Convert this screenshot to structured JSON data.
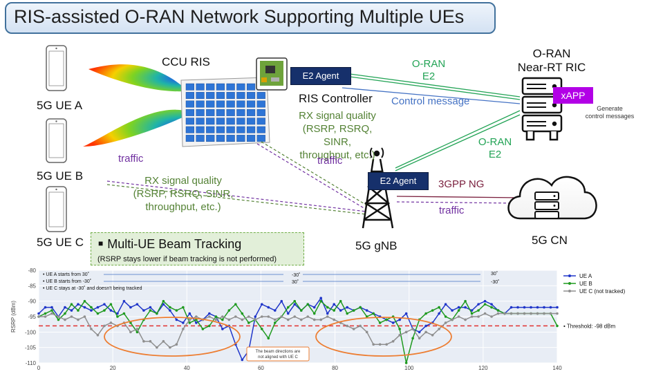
{
  "title": "RIS-assisted O-RAN Network Supporting Multiple UEs",
  "ues": {
    "a": "5G UE A",
    "b": "5G UE B",
    "c": "5G UE C"
  },
  "ccu_ris": "CCU RIS",
  "ris_controller": "RIS Controller",
  "e2_agent_ris": "E2 Agent",
  "e2_agent_gnb": "E2 Agent",
  "oran_e2_top": [
    "O-RAN",
    "E2"
  ],
  "oran_e2_bottom": [
    "O-RAN",
    "E2"
  ],
  "control_message": "Control message",
  "rx_quality_right": [
    "RX signal quality",
    "(RSRP, RSRQ, SINR,",
    "throughput, etc.)"
  ],
  "rx_quality_left": [
    "RX signal quality",
    "(RSRP, RSRQ, SINR,",
    "throughput, etc.)"
  ],
  "traffic_left": "traffic",
  "traffic_mid": "traffic",
  "traffic_right": "traffic",
  "ric": [
    "O-RAN",
    "Near-RT RIC"
  ],
  "xapp": "xAPP",
  "generate": [
    "Generate",
    "control messages"
  ],
  "ng": "3GPP NG",
  "gnb": "5G gNB",
  "cn": "5G CN",
  "beam_title": "Multi-UE Beam Tracking",
  "beam_note": "(RSRP stays lower if beam tracking is not performed)",
  "colors": {
    "ue_a": "#1f35c9",
    "ue_b": "#1f9a1f",
    "ue_c": "#8f8f8f",
    "threshold": "#e03030",
    "ellipse": "#ed7d31"
  },
  "chart_data": {
    "type": "line",
    "xlim": [
      0,
      140
    ],
    "ylim": [
      -110,
      -80
    ],
    "ylabel": "RSRP (dBm)",
    "xticks": [
      0,
      20,
      40,
      60,
      80,
      100,
      120,
      140
    ],
    "yticks": [
      -80,
      -85,
      -90,
      -95,
      -100,
      -105,
      -110
    ],
    "threshold": {
      "value": -98,
      "label": "Threshold: -98 dBm"
    },
    "notes": [
      "UE A starts from  30˚",
      "UE B starts from -30˚",
      "UE C stays at -30˚ and doesn't being tracked"
    ],
    "angle_labels": {
      "a_mid": "-30˚",
      "a_end": "30˚",
      "b_mid": "30˚",
      "b_end": "-30˚"
    },
    "annotation": [
      "The beam directions are",
      "not aligned with UE C"
    ],
    "series": [
      {
        "name": "UE A",
        "values": [
          -94,
          -92,
          -92,
          -95,
          -92,
          -93,
          -91,
          -92,
          -93,
          -92,
          -91,
          -93,
          -94,
          -90,
          -92,
          -91,
          -93,
          -92,
          -94,
          -91,
          -93,
          -96,
          -97,
          -94,
          -97,
          -96,
          -94,
          -95,
          -99,
          -98,
          -104,
          -109,
          -106,
          -95,
          -91,
          -92,
          -93,
          -90,
          -94,
          -91,
          -93,
          -91,
          -92,
          -89,
          -94,
          -91,
          -93,
          -92,
          -93,
          -92,
          -93,
          -94,
          -95,
          -96,
          -97,
          -96,
          -94,
          -99,
          -100,
          -98,
          -97,
          -94,
          -91,
          -93,
          -92,
          -92,
          -93,
          -91,
          -90,
          -91,
          -93,
          -94,
          -92,
          -92,
          -92,
          -92,
          -92,
          -92,
          -92,
          -92
        ]
      },
      {
        "name": "UE B",
        "values": [
          -95,
          -94,
          -93,
          -96,
          -94,
          -91,
          -93,
          -90,
          -92,
          -94,
          -93,
          -91,
          -95,
          -94,
          -97,
          -100,
          -96,
          -93,
          -94,
          -90,
          -92,
          -93,
          -92,
          -97,
          -96,
          -99,
          -98,
          -95,
          -96,
          -93,
          -91,
          -94,
          -97,
          -96,
          -99,
          -102,
          -97,
          -95,
          -92,
          -90,
          -93,
          -91,
          -94,
          -90,
          -92,
          -93,
          -90,
          -94,
          -93,
          -92,
          -95,
          -94,
          -97,
          -96,
          -95,
          -99,
          -110,
          -102,
          -96,
          -94,
          -93,
          -92,
          -95,
          -96,
          -93,
          -90,
          -94,
          -93,
          -91,
          -92,
          -93,
          -94,
          -94,
          -94,
          -94,
          -94,
          -94,
          -94,
          -94,
          -98
        ]
      },
      {
        "name": "UE C (not tracked)",
        "values": [
          -95,
          -95,
          -94,
          -95,
          -96,
          -95,
          -96,
          -95,
          -99,
          -101,
          -98,
          -97,
          -98,
          -97,
          -100,
          -99,
          -103,
          -103,
          -105,
          -103,
          -105,
          -104,
          -99,
          -96,
          -95,
          -96,
          -95,
          -96,
          -95,
          -96,
          -95,
          -96,
          -95,
          -96,
          -95,
          -95,
          -96,
          -95,
          -96,
          -95,
          -96,
          -95,
          -96,
          -96,
          -95,
          -96,
          -97,
          -98,
          -99,
          -98,
          -100,
          -104,
          -104,
          -104,
          -103,
          -101,
          -100,
          -99,
          -102,
          -100,
          -101,
          -99,
          -97,
          -96,
          -95,
          -96,
          -95,
          -95,
          -94,
          -95,
          -94,
          -94,
          -94,
          -94,
          -94,
          -94,
          -94,
          -94,
          -94,
          -94
        ]
      }
    ]
  }
}
